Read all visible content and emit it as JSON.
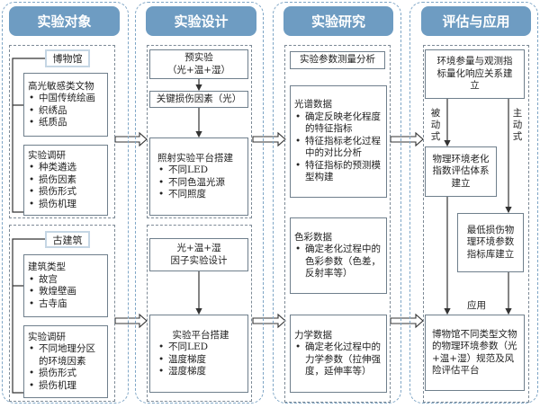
{
  "colors": {
    "header": "#6e9cc2",
    "column_border": "#7fa6c6",
    "box_border": "#6f7f8c"
  },
  "columns": [
    {
      "title": "实验对象"
    },
    {
      "title": "实验设计"
    },
    {
      "title": "实验研究"
    },
    {
      "title": "评估与应用"
    }
  ],
  "objects": {
    "museum": {
      "label": "博物馆",
      "box1": {
        "title": "高光敏感类文物",
        "items": [
          "中国传统绘画",
          "织绣品",
          "纸质品"
        ]
      },
      "box2": {
        "title": "实验调研",
        "items": [
          "种类遴选",
          "损伤因素",
          "损伤形式",
          "损伤机理"
        ]
      }
    },
    "building": {
      "label": "古建筑",
      "box1": {
        "title": "建筑类型",
        "items": [
          "故宫",
          "敦煌壁画",
          "古寺庙"
        ]
      },
      "box2": {
        "title": "实验调研",
        "items": [
          "不同地理分区的环境因素",
          "损伤形式",
          "损伤机理"
        ]
      }
    }
  },
  "design": {
    "pre": {
      "line1": "预实验",
      "line2": "（光+温+湿）"
    },
    "key": "关键损伤因素（光）",
    "platform1": {
      "title": "照射实验平台搭建",
      "items": [
        "不同LED",
        "不同色温光源",
        "不同照度"
      ]
    },
    "factor": {
      "line1": "光+温+湿",
      "line2": "因子实验设计"
    },
    "platform2": {
      "title": "实验平台搭建",
      "items": [
        "不同LED",
        "温度梯度",
        "湿度梯度"
      ]
    }
  },
  "research": {
    "title": "实验参数测量分析",
    "spectral": {
      "title": "光谱数据",
      "items": [
        "确定反映老化程度的特征指标",
        "特征指标老化过程中的对比分析",
        "特征指标的预测模型构建"
      ]
    },
    "color": {
      "title": "色彩数据",
      "items": [
        "确定老化过程中的色彩参数（色差，反射率等）"
      ]
    },
    "mech": {
      "title": "力学数据",
      "items": [
        "确定老化过程中的力学参数（拉伸强度，延伸率等）"
      ]
    }
  },
  "evaluation": {
    "top": "环境参量与观测指标量化响应关系建立",
    "passive": "被动式",
    "active": "主动式",
    "index": "物理环境老化指数评估体系建立",
    "lowest": "最低损伤物理环境参数指标库建立",
    "apply": "应用",
    "final": "博物馆不同类型文物的物理环境参数（光+温+湿）规范及风险评估平台"
  }
}
